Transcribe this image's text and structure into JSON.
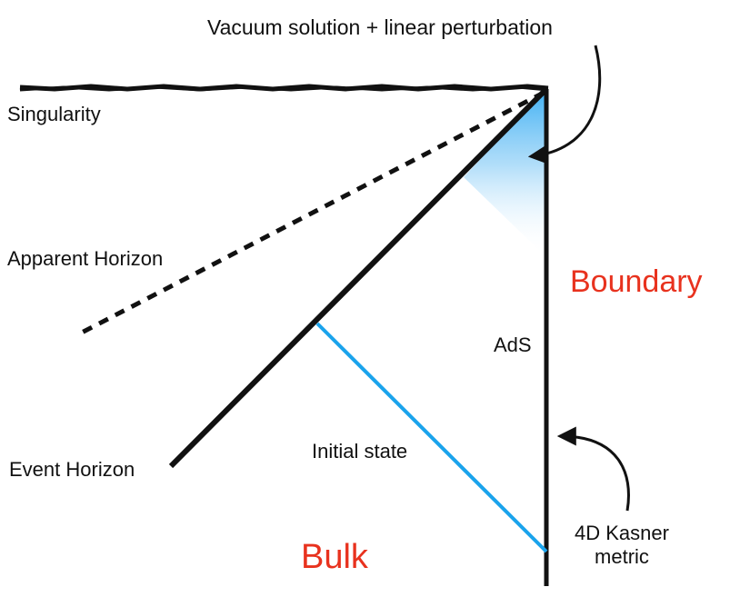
{
  "labels": {
    "vacuum": "Vacuum solution + linear perturbation",
    "singularity": "Singularity",
    "apparent_horizon": "Apparent Horizon",
    "event_horizon": "Event Horizon",
    "boundary": "Boundary",
    "ads": "AdS",
    "initial_state": "Initial state",
    "bulk": "Bulk",
    "kasner_line1": "4D Kasner",
    "kasner_line2": "metric"
  },
  "colors": {
    "ink": "#111111",
    "accent_red": "#e8321e",
    "initial_state_line": "#1aa3ec",
    "shade_top": "#4cb8f5"
  }
}
